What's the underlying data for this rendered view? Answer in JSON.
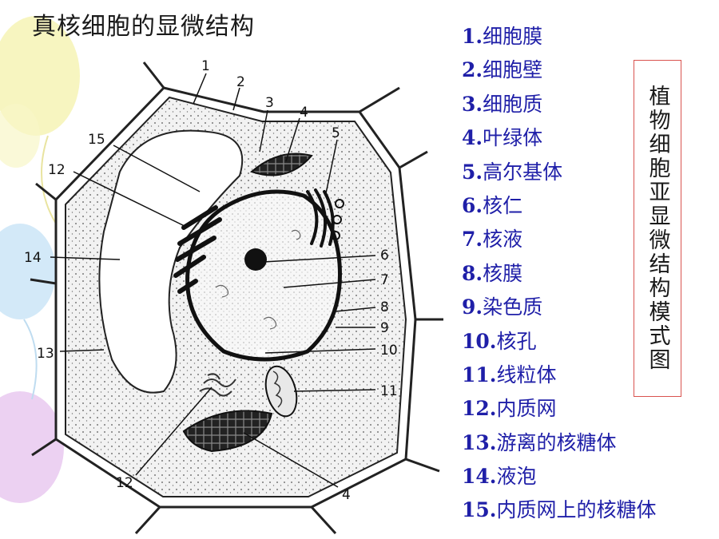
{
  "title": "真核细胞的显微结构",
  "side_title": "植物细胞亚显微结构模式图",
  "legend": [
    {
      "num": "1.",
      "text": "细胞膜"
    },
    {
      "num": "2.",
      "text": "细胞壁"
    },
    {
      "num": "3.",
      "text": "细胞质"
    },
    {
      "num": "4.",
      "text": "叶绿体"
    },
    {
      "num": "5.",
      "text": "高尔基体"
    },
    {
      "num": "6.",
      "text": "核仁"
    },
    {
      "num": "7.",
      "text": "核液"
    },
    {
      "num": "8.",
      "text": "核膜"
    },
    {
      "num": "9.",
      "text": "染色质"
    },
    {
      "num": "10.",
      "text": "核孔"
    },
    {
      "num": "11.",
      "text": "线粒体"
    },
    {
      "num": "12.",
      "text": "内质网"
    },
    {
      "num": "13.",
      "text": "游离的核糖体"
    },
    {
      "num": "14.",
      "text": "液泡"
    },
    {
      "num": "15.",
      "text": "内质网上的核糖体"
    }
  ],
  "diagram_labels": {
    "l1": "1",
    "l2": "2",
    "l3": "3",
    "l4a": "4",
    "l5": "5",
    "l15": "15",
    "l12a": "12",
    "l14": "14",
    "l6": "6",
    "l7": "7",
    "l8": "8",
    "l9": "9",
    "l13": "13",
    "l10": "10",
    "l11": "11",
    "l12b": "12",
    "l4b": "4"
  },
  "colors": {
    "legend_text": "#1f1fa8",
    "box_border": "#d9534f",
    "balloon_yellow": "#f5f3b0",
    "balloon_blue": "#c8e3f6",
    "balloon_purple": "#e7c6ef"
  }
}
